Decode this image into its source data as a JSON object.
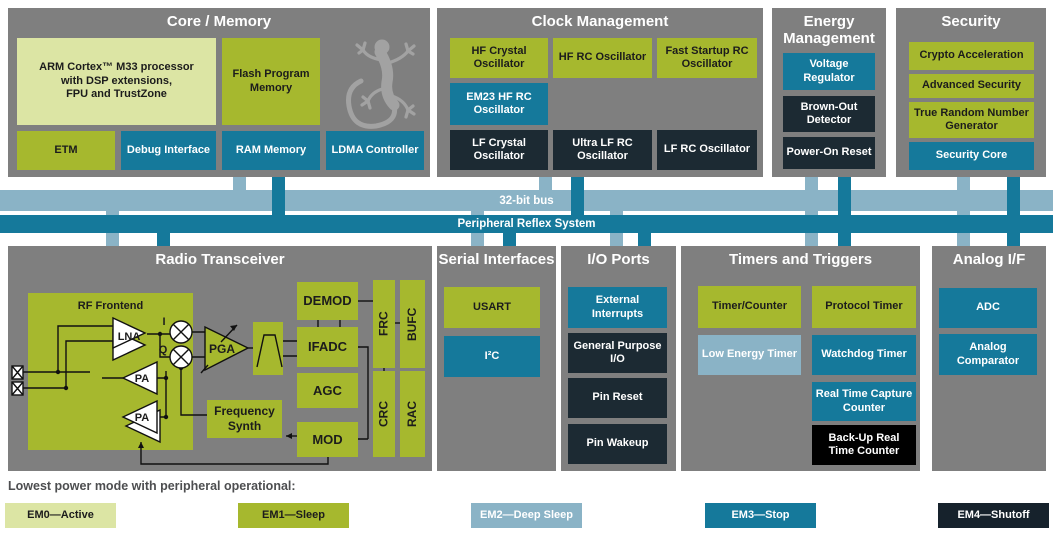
{
  "bus": {
    "bit32": "32-bit bus",
    "prs": "Peripheral Reflex System"
  },
  "core": {
    "title": "Core / Memory",
    "arm": "ARM Cortex™ M33 processor\nwith DSP extensions,\nFPU and TrustZone",
    "flash": "Flash Program Memory",
    "etm": "ETM",
    "debug": "Debug Interface",
    "ram": "RAM Memory",
    "ldma": "LDMA Controller"
  },
  "clock": {
    "title": "Clock Management",
    "hfxo": "HF Crystal Oscillator",
    "hfrco": "HF RC Oscillator",
    "fsrco": "Fast Startup RC Oscillator",
    "em23rco": "EM23 HF RC Oscillator",
    "lfxo": "LF Crystal Oscillator",
    "ulfrco": "Ultra LF RC Oscillator",
    "lfrco": "LF RC Oscillator"
  },
  "energy": {
    "title": "Energy Management",
    "vreg": "Voltage Regulator",
    "bod": "Brown-Out Detector",
    "por": "Power-On Reset"
  },
  "security": {
    "title": "Security",
    "crypto": "Crypto Acceleration",
    "advanced": "Advanced Security",
    "trng": "True Random Number Generator",
    "score": "Security Core"
  },
  "radio": {
    "title": "Radio Transceiver",
    "rf_frontend": "RF Frontend",
    "lna": "LNA",
    "pa1": "PA",
    "pa2": "PA",
    "pga": "PGA",
    "i_label": "I",
    "q_label": "Q",
    "demod": "DEMOD",
    "ifadc": "IFADC",
    "agc": "AGC",
    "mod": "MOD",
    "freq_synth": "Frequency Synth",
    "frc": "FRC",
    "bufc": "BUFC",
    "crc": "CRC",
    "rac": "RAC"
  },
  "serial": {
    "title": "Serial Interfaces",
    "usart": "USART",
    "i2c": "I²C"
  },
  "io": {
    "title": "I/O Ports",
    "extint": "External Interrupts",
    "gpio": "General Purpose I/O",
    "pin_reset": "Pin Reset",
    "pin_wakeup": "Pin Wakeup"
  },
  "timers": {
    "title": "Timers and Triggers",
    "timer_counter": "Timer/Counter",
    "low_energy_timer": "Low Energy Timer",
    "protocol_timer": "Protocol Timer",
    "watchdog": "Watchdog Timer",
    "rtcc": "Real Time Capture Counter",
    "burtc": "Back-Up Real Time Counter"
  },
  "analog": {
    "title": "Analog I/F",
    "adc": "ADC",
    "acmp": "Analog Comparator"
  },
  "legend": {
    "title": "Lowest power mode with peripheral operational:",
    "em0": "EM0—Active",
    "em1": "EM1—Sleep",
    "em2": "EM2—Deep Sleep",
    "em3": "EM3—Stop",
    "em4": "EM4—Shutoff"
  },
  "colors": {
    "em0_active": "#dce5a4",
    "em1_sleep": "#a6b82e",
    "em2_deep_sleep": "#8ab3c6",
    "em3_stop": "#15799b",
    "em4_shutoff": "#1c2a33",
    "panel_gray": "#7f7f7f",
    "bus_32bit": "#8ab3c6",
    "bus_prs": "#15799b"
  }
}
